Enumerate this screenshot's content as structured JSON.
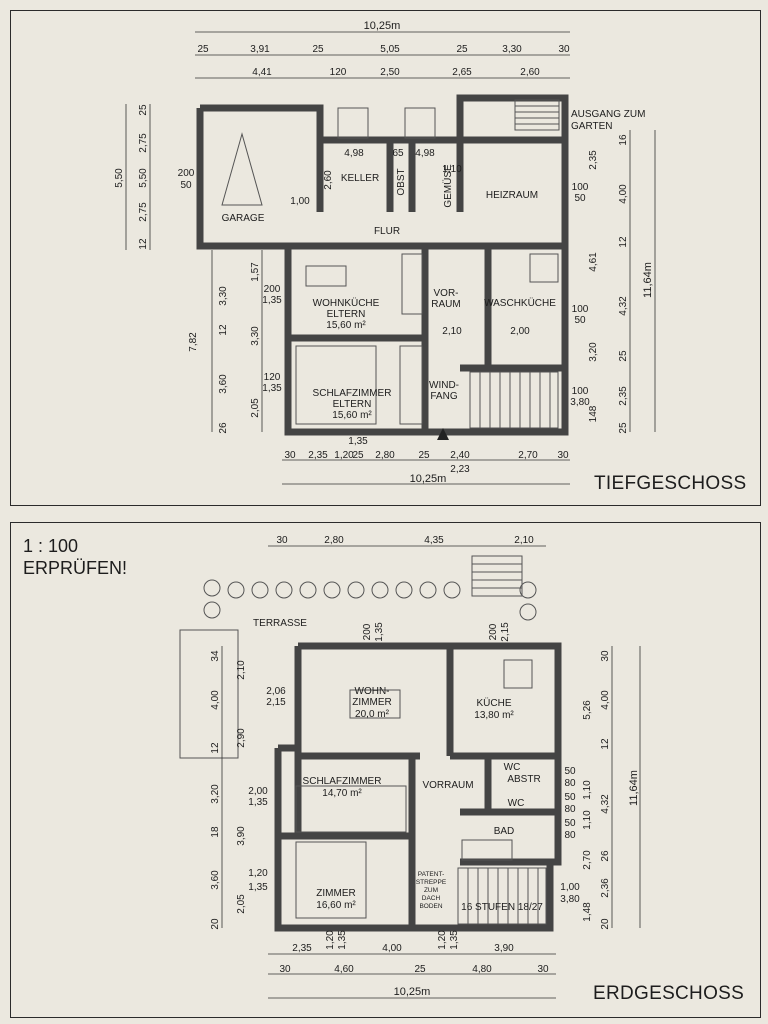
{
  "colors": {
    "background": "#ebe8df",
    "wall": "#444444",
    "line": "#333333"
  },
  "tiefgeschoss": {
    "title": "TIEFGESCHOSS",
    "dims_top": [
      "10,25m"
    ],
    "dims_row1": [
      "25",
      "3,91",
      "25",
      "5,05",
      "25",
      "3,30",
      "30"
    ],
    "dims_row2": [
      "4,41",
      "120",
      "2,50",
      "2,65",
      "2,60"
    ],
    "dims_bottom": [
      "30",
      "2,35",
      "1,20",
      "25",
      "2,80",
      "25",
      "2,40",
      "2,70",
      "30"
    ],
    "dims_bottom_extra": [
      "1,35",
      "2,23"
    ],
    "dims_bottom_total": "10,25m",
    "dims_left": [
      "25",
      "2,75",
      "5,50",
      "2,75",
      "12",
      "5,50",
      "1,57",
      "3,30",
      "7,82",
      "12",
      "3,30",
      "3,60",
      "2,05",
      "26"
    ],
    "dims_right": [
      "16",
      "2,35",
      "4,00",
      "12",
      "4,61",
      "11,64m",
      "4,32",
      "25",
      "3,20",
      "2,35",
      "148",
      "25"
    ],
    "annotations": [
      "200",
      "50",
      "1,00",
      "1,10",
      "200",
      "1,35",
      "2,10",
      "120",
      "1,35",
      "100",
      "50",
      "100",
      "50",
      "100",
      "3,80",
      "4,98",
      "65",
      "4,98",
      "2,60"
    ],
    "rooms": {
      "garage": "GARAGE",
      "keller": "KELLER",
      "obst": "OBST",
      "gemuese": "GEMÜSE",
      "heizraum": "HEIZRAUM",
      "flur": "FLUR",
      "ausgang1": "AUSGANG ZUM",
      "ausgang2": "GARTEN",
      "wohnkueche1": "WOHNKÜCHE",
      "wohnkueche2": "ELTERN",
      "wohnkueche_area": "15,60 m²",
      "vorraum1": "VOR-",
      "vorraum2": "RAUM",
      "waschkueche": "WASCHKÜCHE",
      "waschkueche_area": "2,00",
      "schlaf1": "SCHLAFZIMMER",
      "schlaf2": "ELTERN",
      "schlaf_area": "15,60 m²",
      "windfang1": "WIND-",
      "windfang2": "FANG"
    }
  },
  "erdgeschoss": {
    "title": "ERDGESCHOSS",
    "scale_line1": "1 : 100",
    "scale_line2": "ERPRÜFEN!",
    "dims_top": [
      "30",
      "2,80",
      "4,35",
      "2,10"
    ],
    "dims_bottom1": [
      "2,35",
      "1,20",
      "1,35",
      "4,00",
      "1,20",
      "1,35",
      "3,90"
    ],
    "dims_bottom2": [
      "30",
      "4,60",
      "25",
      "4,80",
      "30"
    ],
    "dims_bottom_total": "10,25m",
    "dims_left": [
      "34",
      "2,10",
      "4,00",
      "12",
      "2,90",
      "3,20",
      "18",
      "3,90",
      "3,60",
      "2,05",
      "20"
    ],
    "dims_right": [
      "30",
      "4,00",
      "5,26",
      "12",
      "11,64m",
      "4,32",
      "26",
      "2,70",
      "2,36",
      "1,48",
      "20"
    ],
    "annotations": [
      "200",
      "1,35",
      "200",
      "2,15",
      "2,06",
      "2,15",
      "2,00",
      "1,35",
      "1,20",
      "1,35",
      "50",
      "80",
      "1,10",
      "50",
      "80",
      "1,10",
      "50",
      "80",
      "1,00",
      "3,80"
    ],
    "rooms": {
      "terrasse": "TERRASSE",
      "wohn1": "WOHN-",
      "wohn2": "ZIMMER",
      "wohn_area": "20,0 m²",
      "kueche": "KÜCHE",
      "kueche_area": "13,80 m²",
      "schlaf": "SCHLAFZIMMER",
      "schlaf_area": "14,70 m²",
      "vorraum": "VORRAUM",
      "wc1": "WC",
      "abstr": "ABSTR",
      "wc2": "WC",
      "bad": "BAD",
      "zimmer": "ZIMMER",
      "zimmer_area": "16,60 m²",
      "patent1": "PATENT-",
      "patent2": "STREPPE",
      "patent3": "ZUM",
      "patent4": "DACH",
      "patent5": "BODEN",
      "stufen": "16 STUFEN 18/27"
    }
  }
}
